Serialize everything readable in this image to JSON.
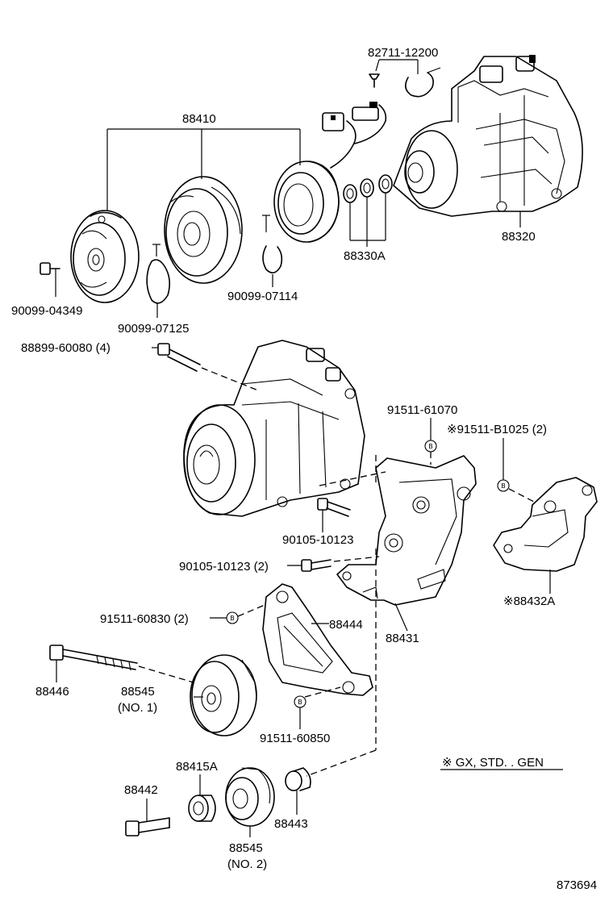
{
  "labels": {
    "p82711": "82711-12200",
    "p88410": "88410",
    "p88320": "88320",
    "p88330A": "88330A",
    "p90099_07114": "90099-07114",
    "p90099_04349": "90099-04349",
    "p90099_07125": "90099-07125",
    "p88899": "88899-60080 (4)",
    "p91511_61070": "91511-61070",
    "p91511_B1025": "※91511-B1025 (2)",
    "p90105_a": "90105-10123",
    "p90105_b": "90105-10123 (2)",
    "p91511_60830": "91511-60830 (2)",
    "p88444": "88444",
    "p88431": "88431",
    "p88432A": "※88432A",
    "p88446": "88446",
    "p88545_1": "88545",
    "p88545_1_sub": "(NO. 1)",
    "p91511_60850": "91511-60850",
    "p88415A": "88415A",
    "p88442": "88442",
    "p88443": "88443",
    "p88545_2": "88545",
    "p88545_2_sub": "(NO. 2)",
    "note": "※ GX, STD. . GEN",
    "diagram_no": "873694"
  },
  "markers": {
    "bolt_letter": "B",
    "bolt_letter_shown": "B",
    "pin_letter": "T"
  }
}
